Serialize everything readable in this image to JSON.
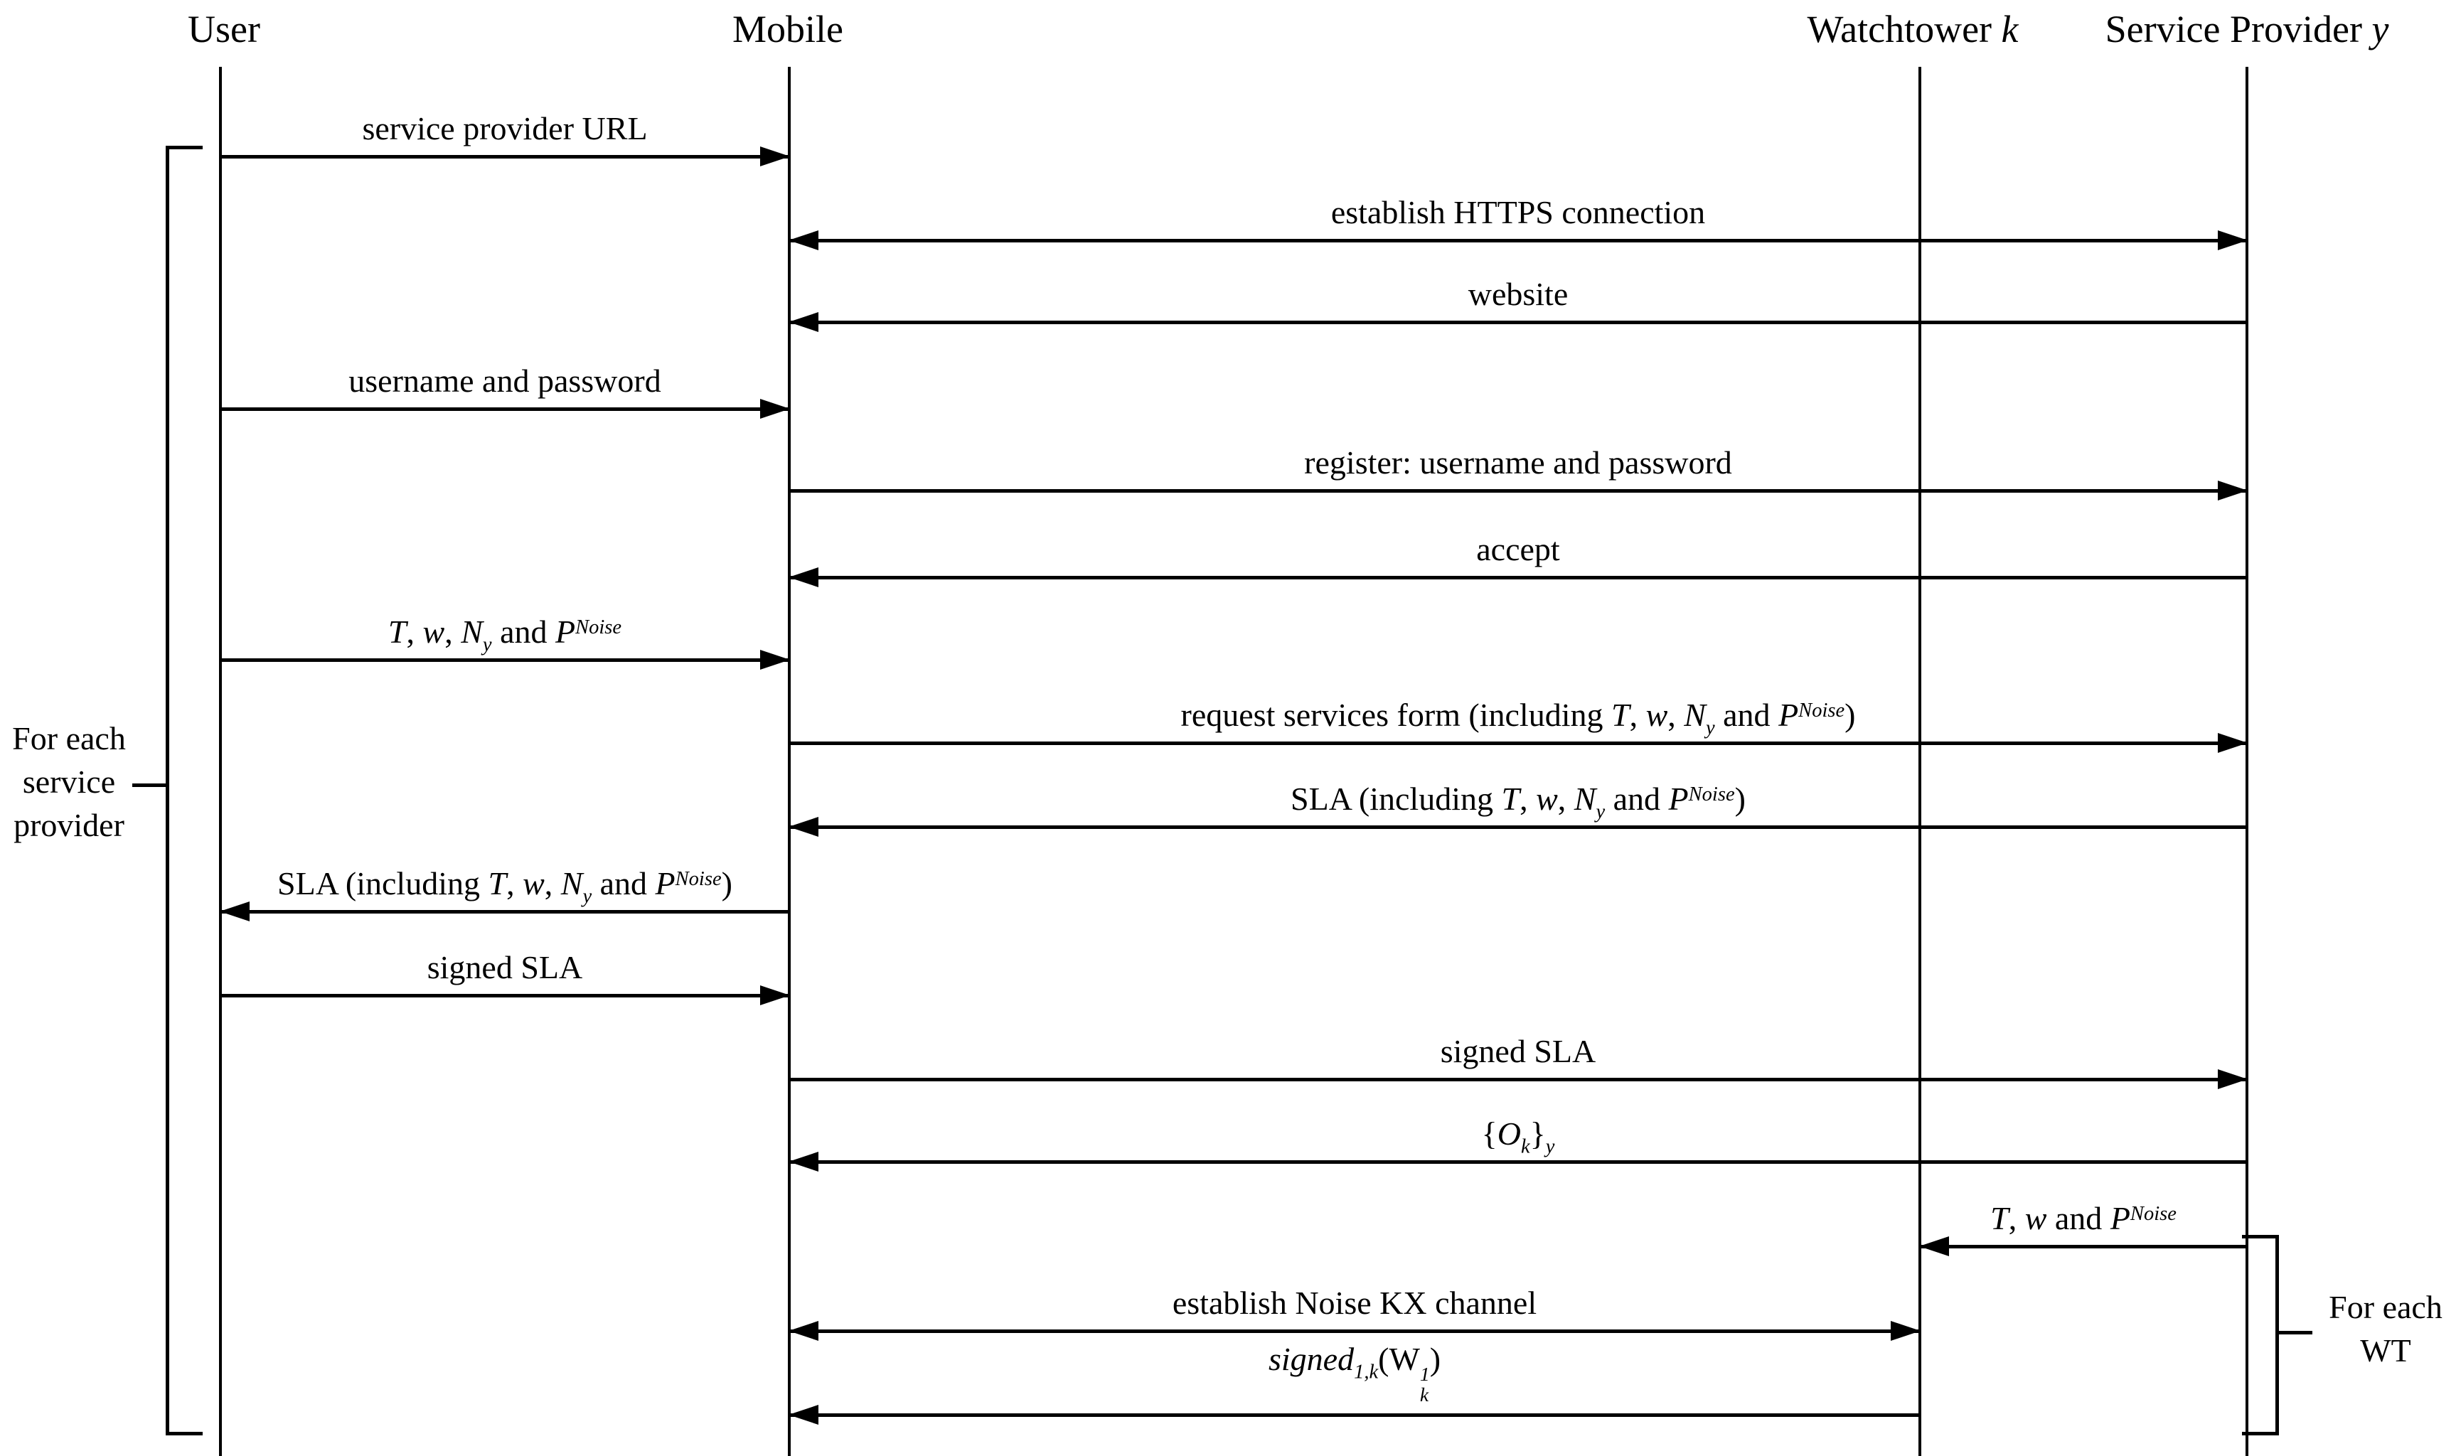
{
  "colors": {
    "foreground": "#000000",
    "background": "#ffffff"
  },
  "actors": [
    {
      "id": "user",
      "label": [
        {
          "t": "User"
        }
      ]
    },
    {
      "id": "mobile",
      "label": [
        {
          "t": "Mobile"
        }
      ]
    },
    {
      "id": "watchtower-k",
      "label": [
        {
          "t": "Watchtower "
        },
        {
          "t": "k",
          "i": true
        }
      ]
    },
    {
      "id": "service-provider-y",
      "label": [
        {
          "t": "Service Provider "
        },
        {
          "t": "y",
          "i": true
        }
      ]
    }
  ],
  "messages": [
    {
      "from": "User",
      "to": "Mobile",
      "direction": "right",
      "label": [
        {
          "t": "service provider URL"
        }
      ]
    },
    {
      "from": "Mobile",
      "to": "Service Provider y",
      "direction": "both",
      "label": [
        {
          "t": "establish HTTPS connection"
        }
      ]
    },
    {
      "from": "Service Provider y",
      "to": "Mobile",
      "direction": "left",
      "label": [
        {
          "t": "website"
        }
      ]
    },
    {
      "from": "User",
      "to": "Mobile",
      "direction": "right",
      "label": [
        {
          "t": "username and password"
        }
      ]
    },
    {
      "from": "Mobile",
      "to": "Service Provider y",
      "direction": "right",
      "label": [
        {
          "t": "register: username and password"
        }
      ]
    },
    {
      "from": "Service Provider y",
      "to": "Mobile",
      "direction": "left",
      "label": [
        {
          "t": "accept"
        }
      ]
    },
    {
      "from": "User",
      "to": "Mobile",
      "direction": "right",
      "label": [
        {
          "t": "T",
          "i": true
        },
        {
          "t": ", "
        },
        {
          "t": "w",
          "i": true
        },
        {
          "t": ", "
        },
        {
          "t": "N",
          "i": true
        },
        {
          "t": "y",
          "pos": "sub",
          "i": true
        },
        {
          "t": " and "
        },
        {
          "t": "P",
          "i": true
        },
        {
          "t": "Noise",
          "pos": "sup",
          "i": true
        }
      ]
    },
    {
      "from": "Mobile",
      "to": "Service Provider y",
      "direction": "right",
      "label": [
        {
          "t": "request services form (including "
        },
        {
          "t": "T",
          "i": true
        },
        {
          "t": ", "
        },
        {
          "t": "w",
          "i": true
        },
        {
          "t": ", "
        },
        {
          "t": "N",
          "i": true
        },
        {
          "t": "y",
          "pos": "sub",
          "i": true
        },
        {
          "t": " and "
        },
        {
          "t": "P",
          "i": true
        },
        {
          "t": "Noise",
          "pos": "sup",
          "i": true
        },
        {
          "t": ")"
        }
      ]
    },
    {
      "from": "Service Provider y",
      "to": "Mobile",
      "direction": "left",
      "label": [
        {
          "t": "SLA (including "
        },
        {
          "t": "T",
          "i": true
        },
        {
          "t": ", "
        },
        {
          "t": "w",
          "i": true
        },
        {
          "t": ", "
        },
        {
          "t": "N",
          "i": true
        },
        {
          "t": "y",
          "pos": "sub",
          "i": true
        },
        {
          "t": " and "
        },
        {
          "t": "P",
          "i": true
        },
        {
          "t": "Noise",
          "pos": "sup",
          "i": true
        },
        {
          "t": ")"
        }
      ]
    },
    {
      "from": "Mobile",
      "to": "User",
      "direction": "left",
      "label": [
        {
          "t": "SLA (including "
        },
        {
          "t": "T",
          "i": true
        },
        {
          "t": ", "
        },
        {
          "t": "w",
          "i": true
        },
        {
          "t": ", "
        },
        {
          "t": "N",
          "i": true
        },
        {
          "t": "y",
          "pos": "sub",
          "i": true
        },
        {
          "t": " and "
        },
        {
          "t": "P",
          "i": true
        },
        {
          "t": "Noise",
          "pos": "sup",
          "i": true
        },
        {
          "t": ")"
        }
      ]
    },
    {
      "from": "User",
      "to": "Mobile",
      "direction": "right",
      "label": [
        {
          "t": "signed SLA"
        }
      ]
    },
    {
      "from": "Mobile",
      "to": "Service Provider y",
      "direction": "right",
      "label": [
        {
          "t": "signed SLA"
        }
      ]
    },
    {
      "from": "Service Provider y",
      "to": "Mobile",
      "direction": "left",
      "label": [
        {
          "t": "{"
        },
        {
          "t": "O",
          "i": true
        },
        {
          "t": "k",
          "pos": "sub",
          "i": true
        },
        {
          "t": "}"
        },
        {
          "t": "y",
          "pos": "sub",
          "i": true
        }
      ]
    },
    {
      "from": "Service Provider y",
      "to": "Watchtower k",
      "direction": "left",
      "label": [
        {
          "t": "T",
          "i": true
        },
        {
          "t": ", "
        },
        {
          "t": "w",
          "i": true
        },
        {
          "t": " and "
        },
        {
          "t": "P",
          "i": true
        },
        {
          "t": "Noise",
          "pos": "sup",
          "i": true
        }
      ]
    },
    {
      "from": "Mobile",
      "to": "Watchtower k",
      "direction": "both",
      "label": [
        {
          "t": "establish Noise KX channel"
        }
      ]
    },
    {
      "from": "Watchtower k",
      "to": "Mobile",
      "direction": "left",
      "label": [
        {
          "t": "signed",
          "i": true
        },
        {
          "t": "1,k",
          "pos": "sub",
          "i": true
        },
        {
          "t": "("
        },
        {
          "t": "W"
        },
        {
          "sup": "1",
          "sub": "k"
        },
        {
          "t": ")"
        }
      ]
    }
  ],
  "loops": [
    {
      "side": "left",
      "label_lines": [
        "For each",
        "service",
        "provider"
      ]
    },
    {
      "side": "right",
      "label_lines": [
        "For each",
        "WT"
      ]
    }
  ]
}
